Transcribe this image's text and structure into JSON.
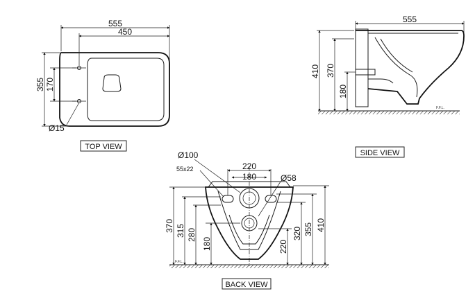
{
  "views": {
    "top": {
      "label": "TOP VIEW",
      "dims": {
        "overall_length": "555",
        "inner_length": "450",
        "width": "355",
        "hole_spacing": "170",
        "hole_diameter": "Ø15"
      }
    },
    "side": {
      "label": "SIDE VIEW",
      "dims": {
        "length": "555",
        "total_height": "410",
        "inner_height": "370",
        "outlet_height": "180"
      },
      "floor_note": "F.F.L."
    },
    "back": {
      "label": "BACK VIEW",
      "dims": {
        "bolt_spacing": "220",
        "outlet_spacing": "180",
        "big_hole": "Ø100",
        "slot_size": "55x22",
        "small_hole": "Ø58",
        "left_370": "370",
        "left_315": "315",
        "left_280": "280",
        "left_180": "180",
        "right_220": "220",
        "right_320": "320",
        "right_355": "355",
        "right_410": "410"
      },
      "floor_note": "F.F.L."
    }
  }
}
